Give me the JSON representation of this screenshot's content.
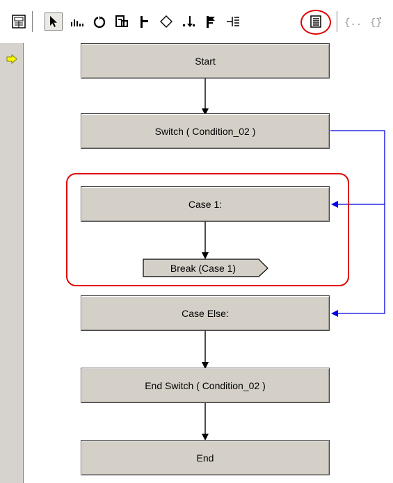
{
  "toolbar": {
    "buttons": [
      {
        "icon": "properties-icon"
      },
      {
        "icon": "pointer-arrow-icon"
      },
      {
        "icon": "sequence-icon"
      },
      {
        "icon": "loop-icon"
      },
      {
        "icon": "call-block-icon"
      },
      {
        "icon": "branch-icon"
      },
      {
        "icon": "decision-diamond-icon"
      },
      {
        "icon": "parallel-icon"
      },
      {
        "icon": "flag-icon"
      },
      {
        "icon": "case-list-icon"
      },
      {
        "icon": "switch-icon"
      },
      {
        "icon": "braces-icon"
      },
      {
        "icon": "exception-icon"
      }
    ],
    "highlighted": "switch-icon"
  },
  "nodes": {
    "start": "Start",
    "switch": "Switch ( Condition_02 )",
    "case1": "Case 1:",
    "break1": "Break (Case 1)",
    "case_else": "Case Else:",
    "end_switch": "End Switch ( Condition_02 )",
    "end": "End"
  },
  "colors": {
    "node_fill": "#d4d0c8",
    "branch_line": "#0000e0",
    "highlight": "#e00000",
    "marker": "#ffff00"
  }
}
